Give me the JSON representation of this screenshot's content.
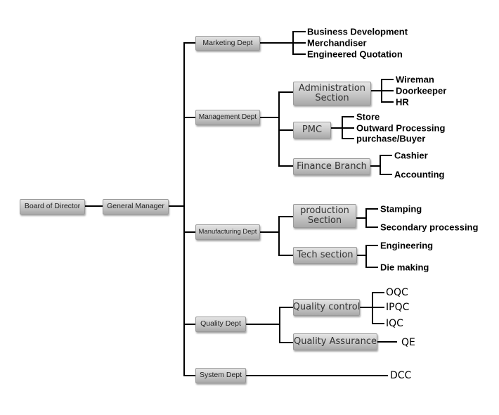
{
  "root": {
    "label": "Board of Director"
  },
  "manager": {
    "label": "General Manager"
  },
  "departments": [
    {
      "label": "Marketing Dept",
      "children": [
        "Business Development",
        "Merchandiser",
        "Engineered Quotation"
      ]
    },
    {
      "label": "Management Dept",
      "sections": [
        {
          "label": "Administration Section",
          "children": [
            "Wireman",
            "Doorkeeper",
            "HR"
          ]
        },
        {
          "label": "PMC",
          "children": [
            "Store",
            "Outward Processing",
            "purchase/Buyer"
          ]
        },
        {
          "label": "Finance Branch",
          "children": [
            "Cashier",
            "Accounting"
          ]
        }
      ]
    },
    {
      "label": "Manufacturing Dept",
      "sections": [
        {
          "label": "production Section",
          "children": [
            "Stamping",
            "Secondary processing"
          ]
        },
        {
          "label": "Tech section",
          "children": [
            "Engineering",
            "Die making"
          ]
        }
      ]
    },
    {
      "label": "Quality Dept",
      "sections": [
        {
          "label": "Quality control",
          "children": [
            "OQC",
            "IPQC",
            "IQC"
          ]
        },
        {
          "label": "Quality Assurance",
          "children": [
            "QE"
          ]
        }
      ]
    },
    {
      "label": "System Dept",
      "children": [
        "DCC"
      ]
    }
  ],
  "colors": {
    "line": "#000000",
    "box_top": "#e4e4e4",
    "box_bottom": "#a9a9a9",
    "text": "#222222"
  }
}
